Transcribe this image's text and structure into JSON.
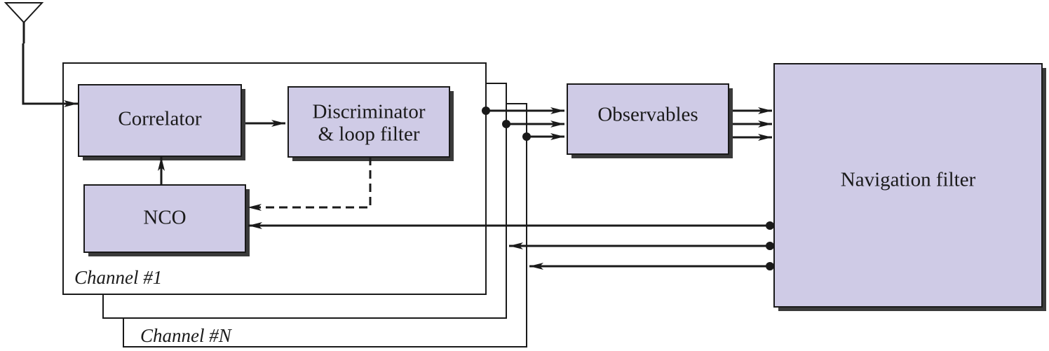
{
  "colors": {
    "block_fill": "#cfcbe6",
    "line": "#1a1a1a"
  },
  "blocks": {
    "correlator": "Correlator",
    "discriminator_line1": "Discriminator",
    "discriminator_line2": "& loop filter",
    "nco": "NCO",
    "observables": "Observables",
    "navigation_filter": "Navigation filter"
  },
  "channels": {
    "first": "Channel #1",
    "last": "Channel #N"
  },
  "icons": [
    "antenna-icon"
  ]
}
